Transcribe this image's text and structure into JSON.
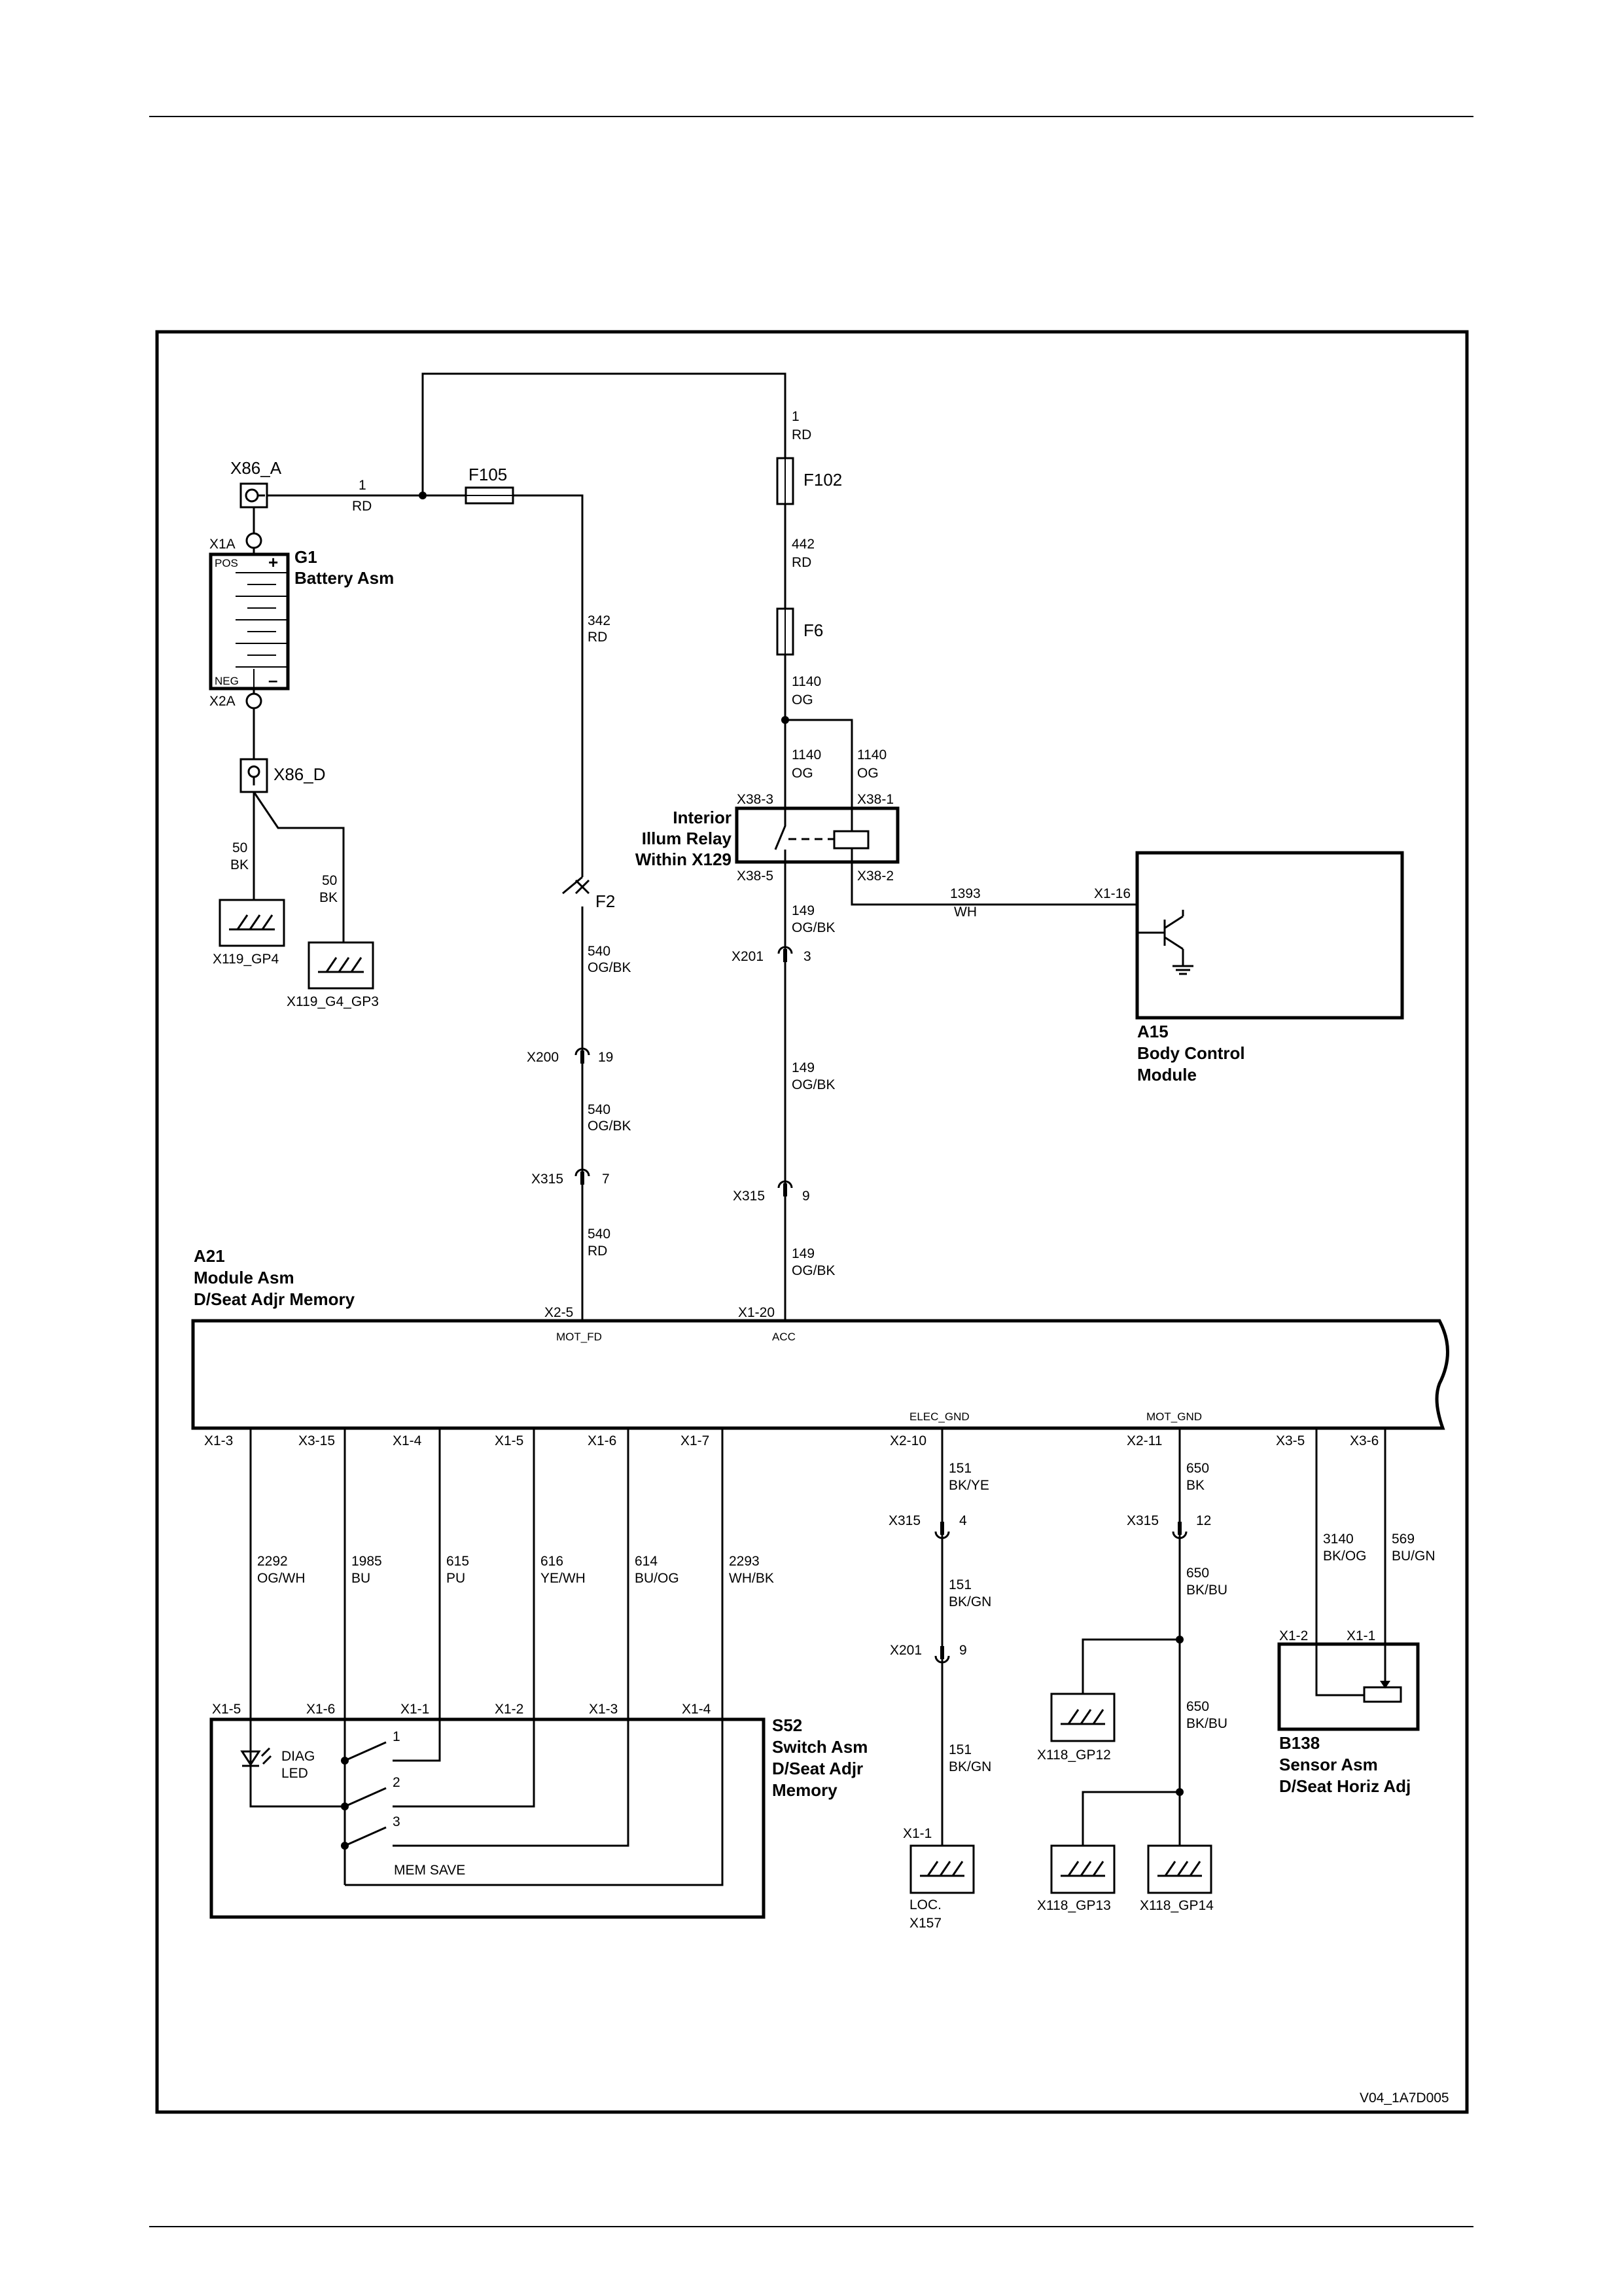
{
  "ref": "V04_1A7D005",
  "battery": {
    "conn_a": "X86_A",
    "id": "G1",
    "name": "Battery Asm",
    "x1a": "X1A",
    "x2a": "X2A",
    "pos": "POS",
    "neg": "NEG",
    "conn_d": "X86_D"
  },
  "wires": {
    "w1a": [
      "1",
      "RD"
    ],
    "w1b": [
      "1",
      "RD"
    ],
    "w442": [
      "442",
      "RD"
    ],
    "w1140": [
      "1140",
      "OG"
    ],
    "w1140b": [
      "1140",
      "OG"
    ],
    "w1140c": [
      "1140",
      "OG"
    ],
    "w342": [
      "342",
      "RD"
    ],
    "w50a": [
      "50",
      "BK"
    ],
    "w50b": [
      "50",
      "BK"
    ],
    "w540a": [
      "540",
      "OG/BK"
    ],
    "w540b": [
      "540",
      "OG/BK"
    ],
    "w540c": [
      "540",
      "RD"
    ],
    "w149a": [
      "149",
      "OG/BK"
    ],
    "w149b": [
      "149",
      "OG/BK"
    ],
    "w149c": [
      "149",
      "OG/BK"
    ],
    "w1393": [
      "1393",
      "WH"
    ],
    "w2292": [
      "2292",
      "OG/WH"
    ],
    "w1985": [
      "1985",
      "BU"
    ],
    "w615": [
      "615",
      "PU"
    ],
    "w616": [
      "616",
      "YE/WH"
    ],
    "w614": [
      "614",
      "BU/OG"
    ],
    "w2293": [
      "2293",
      "WH/BK"
    ],
    "w151a": [
      "151",
      "BK/YE"
    ],
    "w151b": [
      "151",
      "BK/GN"
    ],
    "w151c": [
      "151",
      "BK/GN"
    ],
    "w650a": [
      "650",
      "BK"
    ],
    "w650b": [
      "650",
      "BK/BU"
    ],
    "w650c": [
      "650",
      "BK/BU"
    ],
    "w3140": [
      "3140",
      "BK/OG"
    ],
    "w569": [
      "569",
      "BU/GN"
    ]
  },
  "fuses": {
    "f105": "F105",
    "f102": "F102",
    "f6": "F6",
    "f2": "F2"
  },
  "grounds": {
    "g1": "X119_GP4",
    "g2": "X119_G4_GP3",
    "g3": "X118_GP12",
    "g4": "X118_GP13",
    "g5": "X118_GP14",
    "g6a": "LOC.",
    "g6b": "X157",
    "g6pin": "X1-1"
  },
  "relay": {
    "l1": "Interior",
    "l2": "Illum Relay",
    "l3": "Within X129",
    "p3": "X38-3",
    "p1": "X38-1",
    "p5": "X38-5",
    "p2": "X38-2"
  },
  "bcm": {
    "pin": "X1-16",
    "id": "A15",
    "l1": "Body Control",
    "l2": "Module"
  },
  "inline": {
    "x201a": "X201",
    "x201a_pin": "3",
    "x200": "X200",
    "x200_pin": "19",
    "x315a": "X315",
    "x315a_pin": "7",
    "x315b": "X315",
    "x315b_pin": "9",
    "x315c": "X315",
    "x315c_pin": "4",
    "x201b": "X201",
    "x201b_pin": "9",
    "x315d": "X315",
    "x315d_pin": "12"
  },
  "module": {
    "id": "A21",
    "l1": "Module Asm",
    "l2": "D/Seat Adjr Memory",
    "mot_fd_pin": "X2-5",
    "mot_fd": "MOT_FD",
    "acc_pin": "X1-20",
    "acc": "ACC",
    "elec_gnd": "ELEC_GND",
    "mot_gnd": "MOT_GND",
    "bottom_pins": [
      "X1-3",
      "X3-15",
      "X1-4",
      "X1-5",
      "X1-6",
      "X1-7",
      "X2-10",
      "X2-11",
      "X3-5",
      "X3-6"
    ]
  },
  "switch": {
    "id": "S52",
    "l1": "Switch Asm",
    "l2": "D/Seat Adjr",
    "l3": "Memory",
    "pins": [
      "X1-5",
      "X1-6",
      "X1-1",
      "X1-2",
      "X1-3",
      "X1-4"
    ],
    "diag1": "DIAG",
    "diag2": "LED",
    "s1": "1",
    "s2": "2",
    "s3": "3",
    "mem": "MEM SAVE"
  },
  "sensor": {
    "p2": "X1-2",
    "p1": "X1-1",
    "id": "B138",
    "l1": "Sensor Asm",
    "l2": "D/Seat Horiz Adj"
  }
}
